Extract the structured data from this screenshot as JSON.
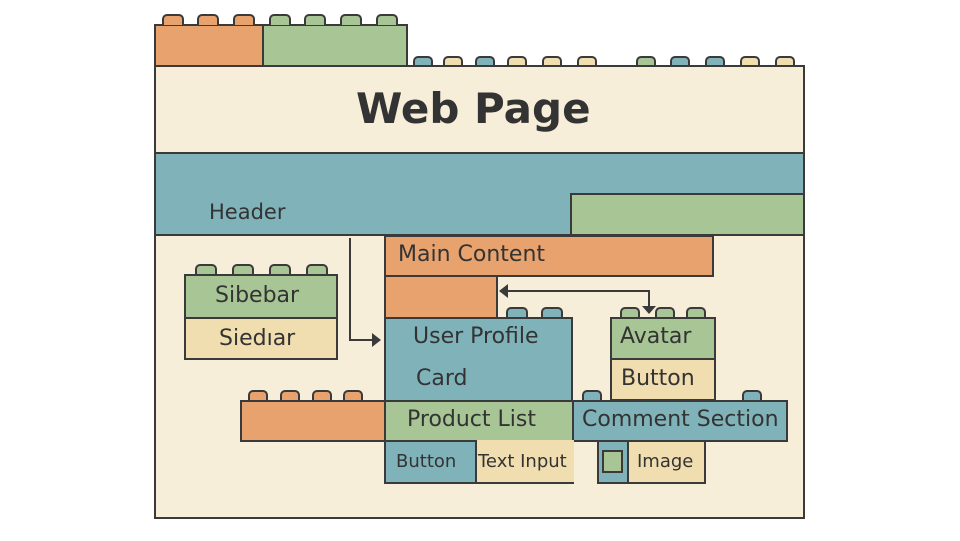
{
  "diagram": {
    "title": "Web Page",
    "header_label": "Header",
    "main_content_label": "Main Content",
    "sidebar_top_label": "Sibebar",
    "sidebar_bottom_label": "Siedıar",
    "user_profile_label_line1": "User Profile",
    "user_profile_label_line2": "Card",
    "avatar_label": "Avatar",
    "avatar_button_label": "Button",
    "product_list_label": "Product List",
    "comment_section_label": "Comment Section",
    "button_label": "Button",
    "text_input_label": "Text Input",
    "image_label": "Image"
  },
  "colors": {
    "orange": "#e8a26d",
    "green": "#a7c595",
    "teal": "#80b2ba",
    "sand": "#f1deb0",
    "cream": "#f6eed9",
    "outline": "#3a3a3a"
  }
}
